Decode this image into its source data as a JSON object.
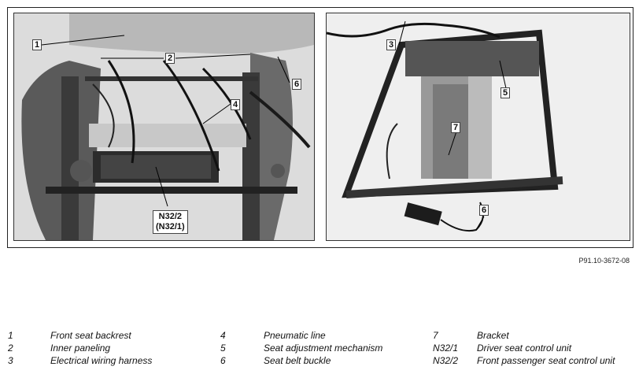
{
  "figure_id": "P91.10-3672-08",
  "callouts": {
    "c1": "1",
    "c2": "2",
    "c3": "3",
    "c4": "4",
    "c5": "5",
    "c6_left": "6",
    "c6_right": "6",
    "c7": "7",
    "n32_line1": "N32/2",
    "n32_line2": "(N32/1)"
  },
  "legend": [
    [
      {
        "key": "1",
        "text": "Front seat backrest"
      },
      {
        "key": "2",
        "text": "Inner paneling"
      },
      {
        "key": "3",
        "text": "Electrical wiring harness"
      }
    ],
    [
      {
        "key": "4",
        "text": "Pneumatic line"
      },
      {
        "key": "5",
        "text": "Seat adjustment mechanism"
      },
      {
        "key": "6",
        "text": "Seat belt buckle"
      }
    ],
    [
      {
        "key": "7",
        "text": "Bracket"
      },
      {
        "key": "N32/1",
        "text": "Driver seat control unit"
      },
      {
        "key": "N32/2",
        "text": "Front passenger seat control unit"
      }
    ]
  ]
}
